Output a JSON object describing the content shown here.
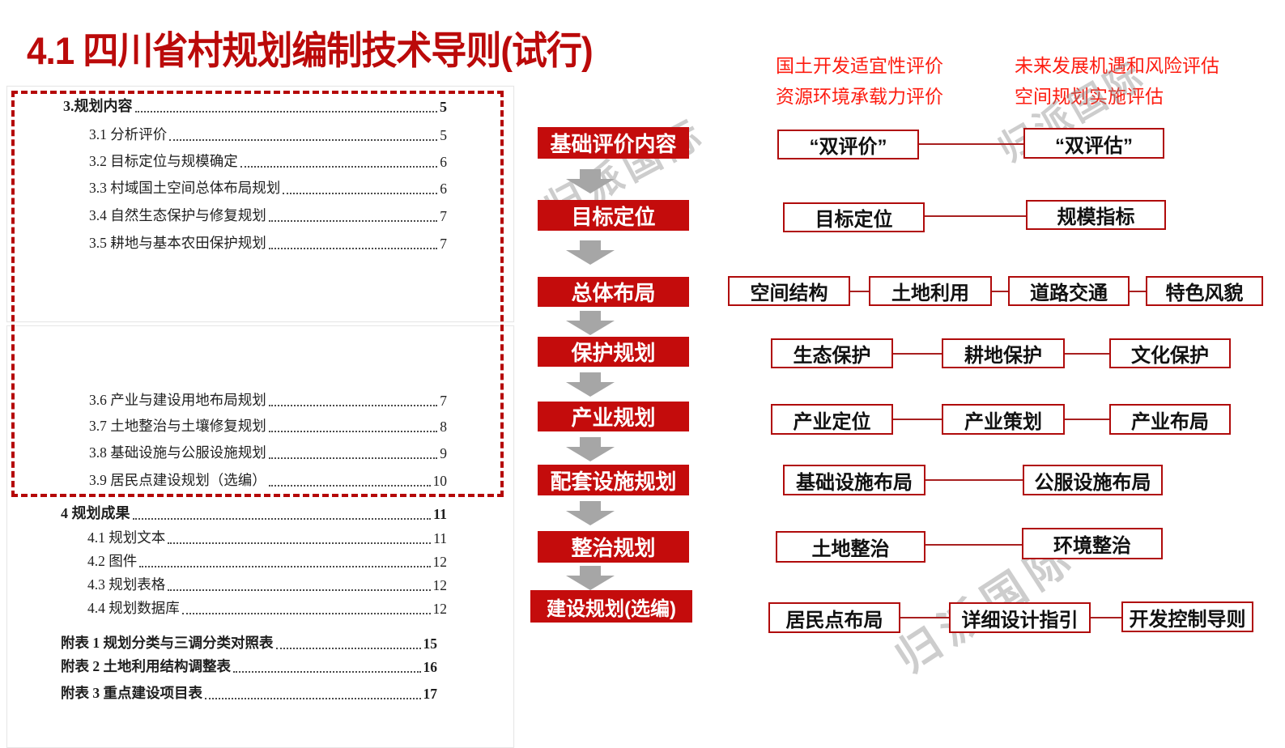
{
  "title": "4.1 四川省村规划编制技术导则(试行)",
  "notes": {
    "note1": "国土开发适宜性评价",
    "note2": "资源环境承载力评价",
    "note3": "未来发展机遇和风险评估",
    "note4": "空间规划实施评估"
  },
  "watermark": "归派国际",
  "toc": {
    "entries": [
      {
        "label": "3.规划内容",
        "page": "5"
      },
      {
        "label": "3.1 分析评价",
        "page": "5"
      },
      {
        "label": "3.2 目标定位与规模确定",
        "page": "6"
      },
      {
        "label": "3.3 村域国土空间总体布局规划",
        "page": "6"
      },
      {
        "label": "3.4 自然生态保护与修复规划",
        "page": "7"
      },
      {
        "label": "3.5 耕地与基本农田保护规划",
        "page": "7"
      },
      {
        "label": "3.6 产业与建设用地布局规划",
        "page": "7"
      },
      {
        "label": "3.7 土地整治与土壤修复规划",
        "page": "8"
      },
      {
        "label": "3.8 基础设施与公服设施规划",
        "page": "9"
      },
      {
        "label": "3.9 居民点建设规划（选编）",
        "page": "10"
      },
      {
        "label": "4 规划成果",
        "page": "11"
      },
      {
        "label": "4.1 规划文本",
        "page": "11"
      },
      {
        "label": "4.2 图件",
        "page": "12"
      },
      {
        "label": "4.3 规划表格",
        "page": "12"
      },
      {
        "label": "4.4 规划数据库",
        "page": "12"
      },
      {
        "label": "附表 1 规划分类与三调分类对照表",
        "page": "15"
      },
      {
        "label": "附表 2 土地利用结构调整表",
        "page": "16"
      },
      {
        "label": "附表 3 重点建设项目表",
        "page": "17"
      }
    ]
  },
  "flow": {
    "rows": [
      {
        "stage": "基础评价内容",
        "items": [
          "“双评价”",
          "“双评估”"
        ]
      },
      {
        "stage": "目标定位",
        "items": [
          "目标定位",
          "规模指标"
        ]
      },
      {
        "stage": "总体布局",
        "items": [
          "空间结构",
          "土地利用",
          "道路交通",
          "特色风貌"
        ]
      },
      {
        "stage": "保护规划",
        "items": [
          "生态保护",
          "耕地保护",
          "文化保护"
        ]
      },
      {
        "stage": "产业规划",
        "items": [
          "产业定位",
          "产业策划",
          "产业布局"
        ]
      },
      {
        "stage": "配套设施规划",
        "items": [
          "基础设施布局",
          "公服设施布局"
        ]
      },
      {
        "stage": "整治规划",
        "items": [
          "土地整治",
          "环境整治"
        ]
      },
      {
        "stage": "建设规划(选编)",
        "items": [
          "居民点布局",
          "详细设计指引",
          "开发控制导则"
        ]
      }
    ]
  },
  "colors": {
    "stage_red": "#c40c0c",
    "title_red": "#bb0a0a",
    "bright_red": "#fd1c10",
    "border_red": "#b00b0b",
    "arrow_gray": "#a6a6a6"
  }
}
